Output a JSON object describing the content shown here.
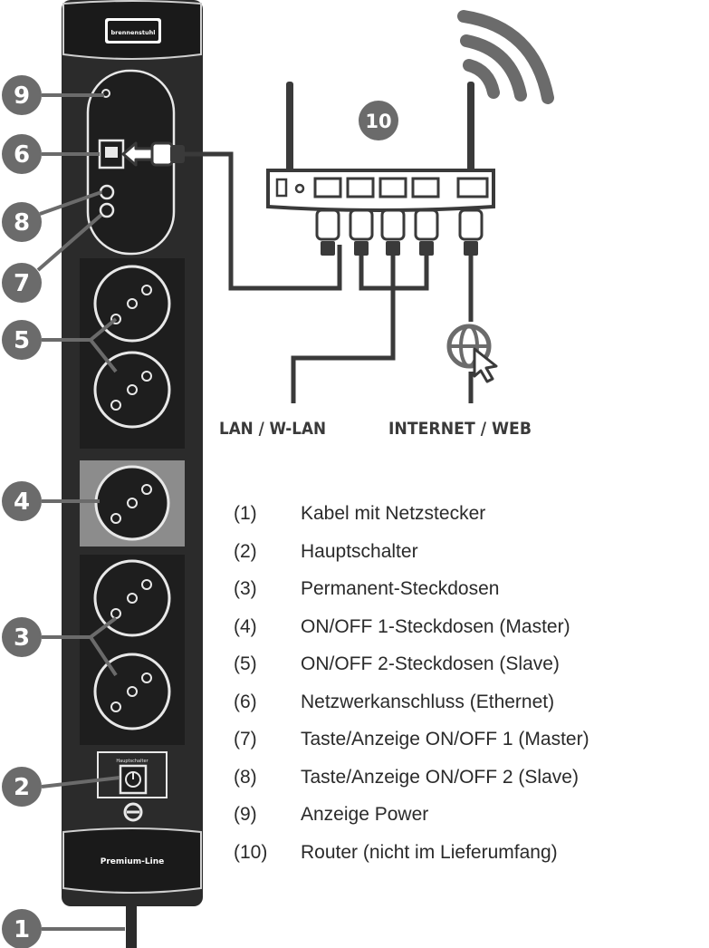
{
  "product": {
    "brand_label": "brennenstuhl",
    "switch_label": "Hauptschalter",
    "bottom_label": "Premium-Line"
  },
  "callouts": [
    "9",
    "6",
    "8",
    "7",
    "5",
    "4",
    "3",
    "2",
    "1",
    "10"
  ],
  "network": {
    "lan_label": "LAN / W-LAN",
    "internet_label": "INTERNET / WEB"
  },
  "legend": [
    {
      "num": "(1)",
      "text": "Kabel mit Netzstecker"
    },
    {
      "num": "(2)",
      "text": "Hauptschalter"
    },
    {
      "num": "(3)",
      "text": "Permanent-Steckdosen"
    },
    {
      "num": "(4)",
      "text": "ON/OFF 1-Steckdosen (Master)"
    },
    {
      "num": "(5)",
      "text": "ON/OFF 2-Steckdosen (Slave)"
    },
    {
      "num": "(6)",
      "text": "Netzwerkanschluss (Ethernet)"
    },
    {
      "num": "(7)",
      "text": "Taste/Anzeige ON/OFF 1 (Master)"
    },
    {
      "num": "(8)",
      "text": "Taste/Anzeige ON/OFF 2 (Slave)"
    },
    {
      "num": "(9)",
      "text": "Anzeige Power"
    },
    {
      "num": "(10)",
      "text": "Router (nicht im Lieferumfang)"
    }
  ],
  "colors": {
    "strip": "#2b2b2b",
    "panel": "#1e1e1e",
    "master_panel": "#8c8c8c",
    "callout": "#6b6b6b",
    "line": "#3a3a3a"
  }
}
